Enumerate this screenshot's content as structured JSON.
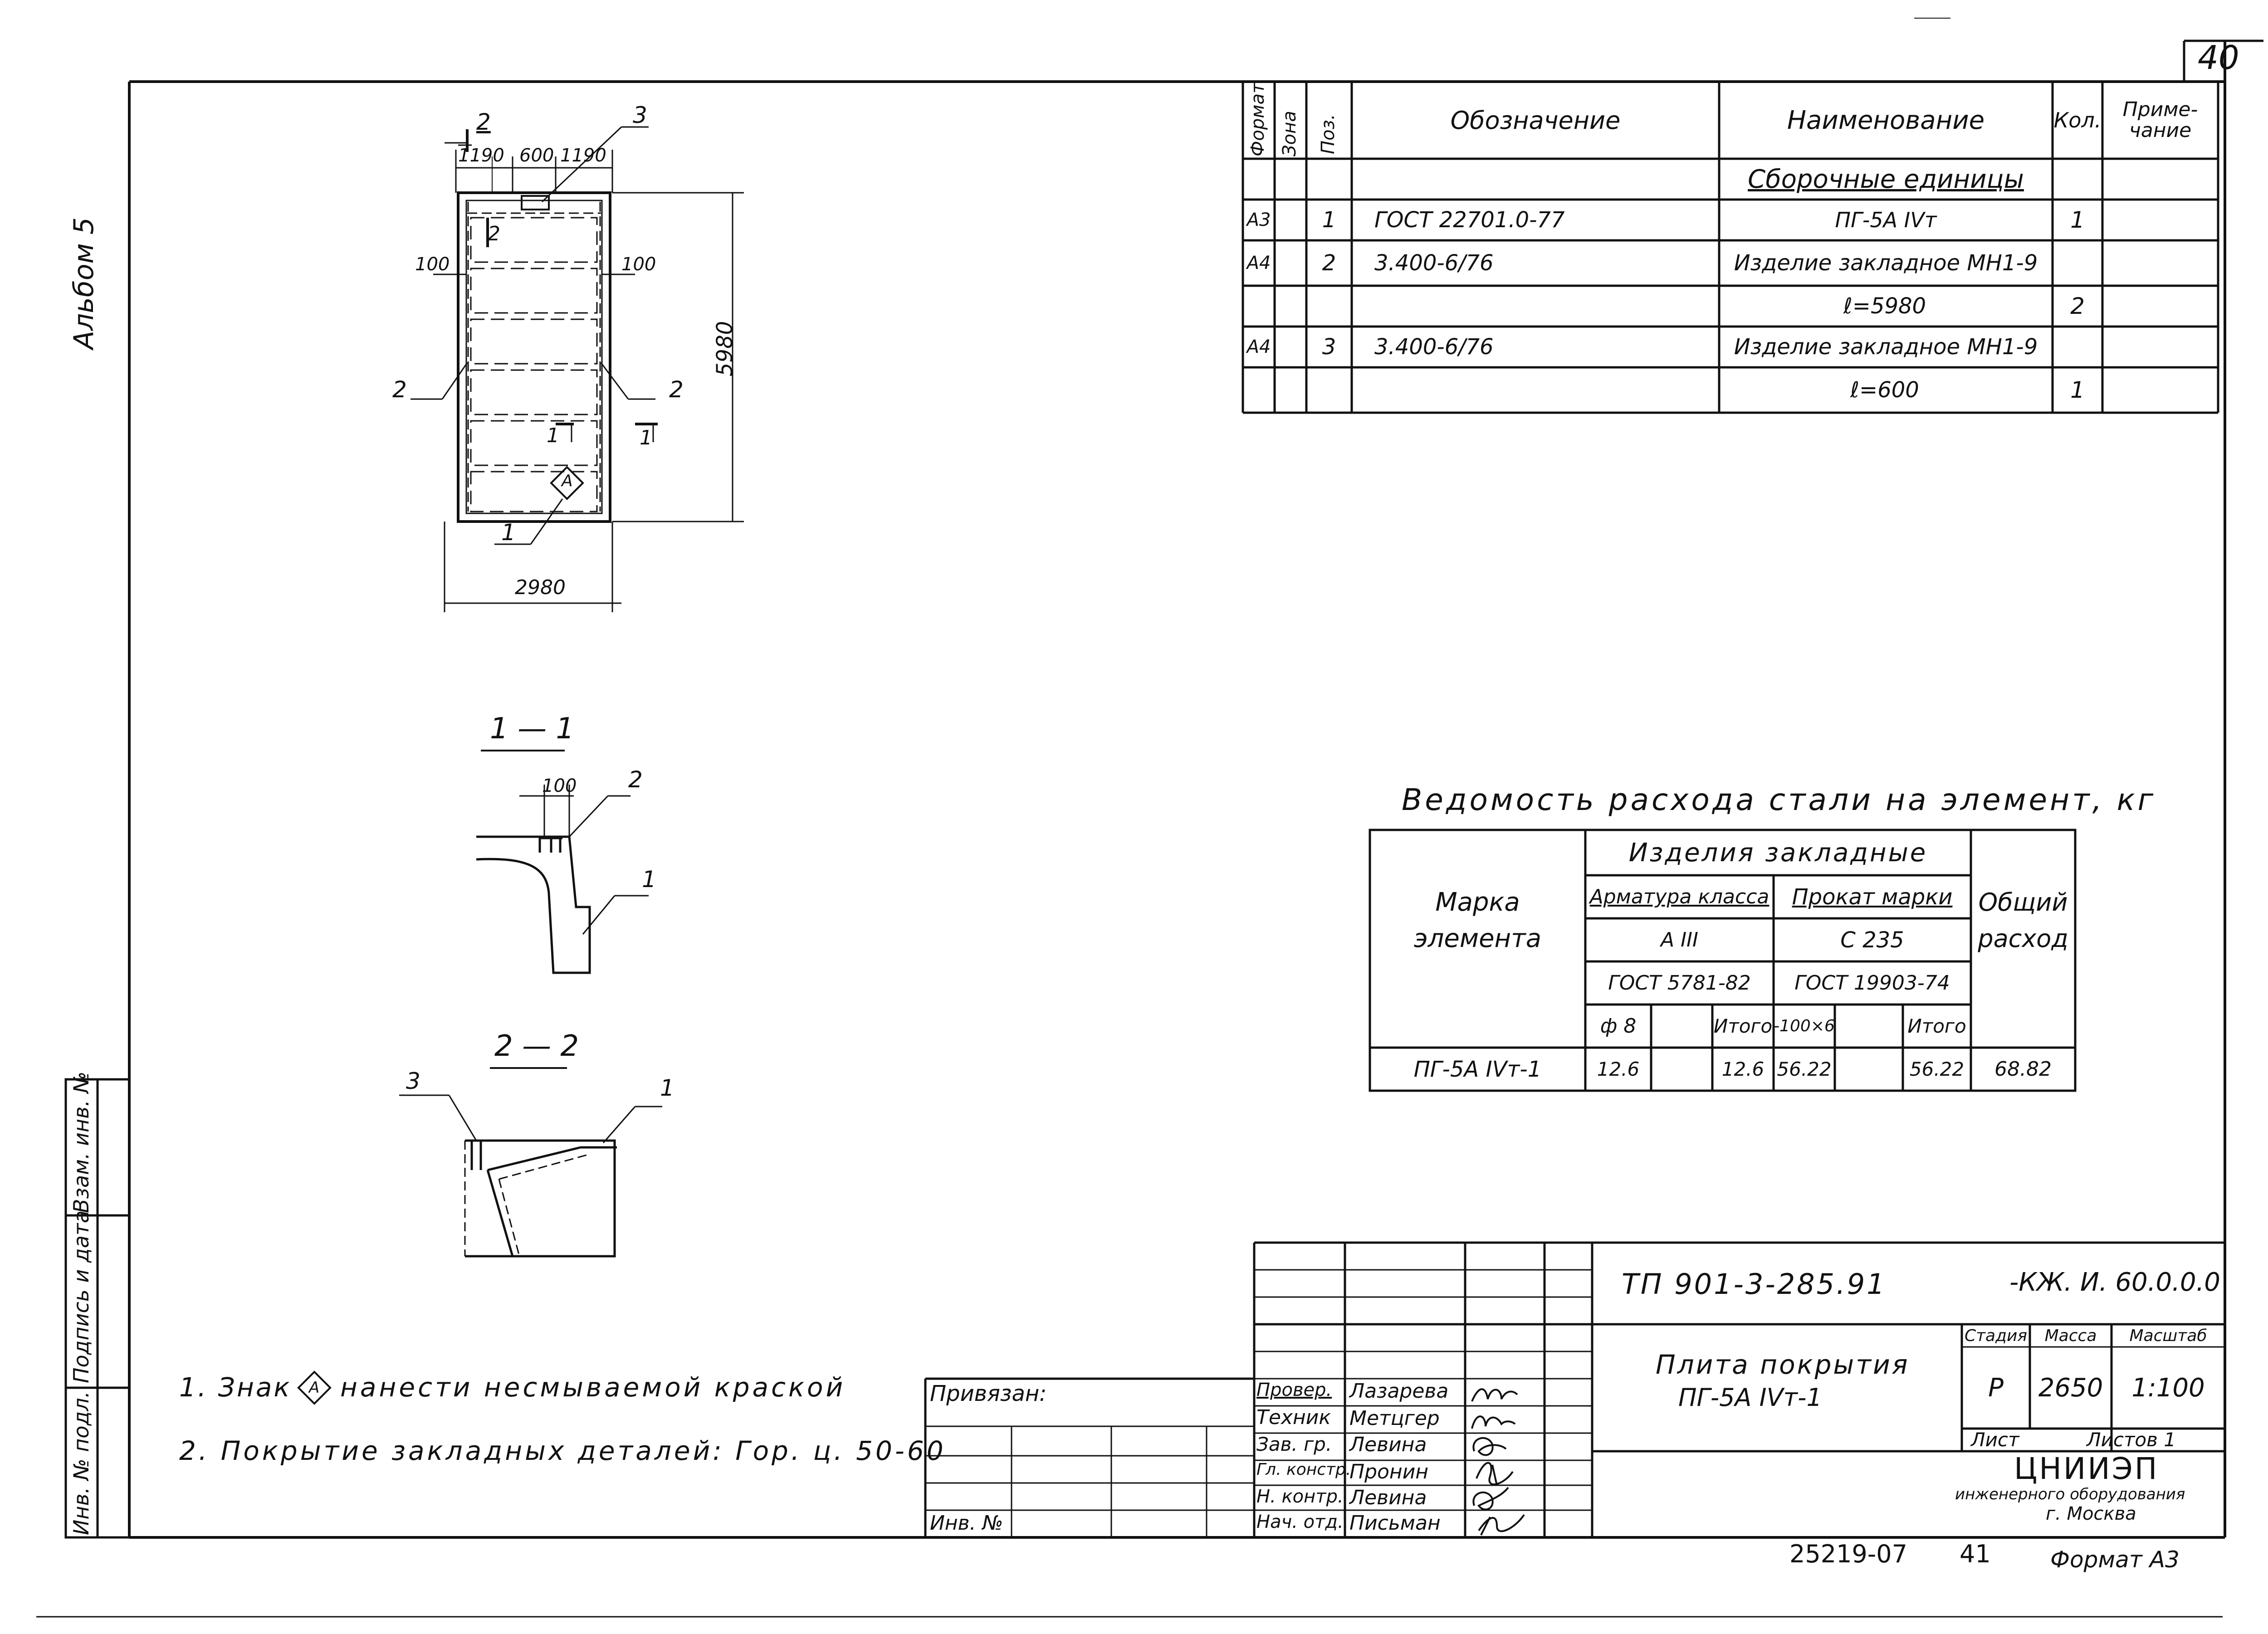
{
  "sheet": {
    "page_number": "40",
    "album": "Альбом 5",
    "bottom_code": "25219-07",
    "bottom_page": "41",
    "format": "Формат А3"
  },
  "spec_table": {
    "headers": {
      "format": "Формат",
      "zone": "Зона",
      "pos": "Поз.",
      "designation": "Обозначение",
      "name": "Наименование",
      "qty": "Кол.",
      "note": "Приме-чание"
    },
    "section": "Сборочные единицы",
    "rows": [
      {
        "format": "А3",
        "pos": "1",
        "designation": "ГОСТ 22701.0-77",
        "name": "ПГ-5А IVт",
        "qty": "1"
      },
      {
        "format": "А4",
        "pos": "2",
        "designation": "3.400-6/76",
        "name": "Изделие закладное МН1-9",
        "qty": ""
      },
      {
        "format": "",
        "pos": "",
        "designation": "",
        "name": "ℓ=5980",
        "qty": "2"
      },
      {
        "format": "А4",
        "pos": "3",
        "designation": "3.400-6/76",
        "name": "Изделие закладное МН1-9",
        "qty": ""
      },
      {
        "format": "",
        "pos": "",
        "designation": "",
        "name": "ℓ=600",
        "qty": "1"
      }
    ]
  },
  "plan_view": {
    "dim_top_left": "1190",
    "dim_top_mid": "600",
    "dim_top_right": "1190",
    "dim_left_100": "100",
    "dim_right_100": "100",
    "dim_height": "5980",
    "dim_width": "2980",
    "callout_2a": "2",
    "callout_2b": "2",
    "callout_2c": "2",
    "callout_3": "3",
    "callout_1": "1",
    "section_mark_1": "1",
    "section_mark_1b": "1",
    "section_mark_2": "2",
    "section_mark_2b": "2",
    "marker_A": "А"
  },
  "section_1_1": {
    "title": "1 — 1",
    "dim": "100",
    "callout_2": "2",
    "callout_1": "1"
  },
  "section_2_2": {
    "title": "2 — 2",
    "callout_3": "3",
    "callout_1": "1"
  },
  "steel_table": {
    "title": "Ведомость расхода стали на элемент, кг",
    "col_mark": "Марка элемента",
    "group": "Изделия закладные",
    "reinf_class": "Арматура класса",
    "reinf_grade": "А III",
    "reinf_gost": "ГОСТ 5781-82",
    "rolled": "Прокат марки",
    "rolled_grade": "С 235",
    "rolled_gost": "ГОСТ 19903-74",
    "total_col": "Общий расход",
    "sub_phi": "ф 8",
    "sub_itogo1": "Итого",
    "sub_size": "-100×6",
    "sub_itogo2": "Итого",
    "row": {
      "mark": "ПГ-5А IVт-1",
      "phi8": "12.6",
      "empty1": "",
      "itogo1": "12.6",
      "size": "56.22",
      "empty2": "",
      "itogo2": "56.22",
      "total": "68.82"
    }
  },
  "notes": [
    "1. Знак",
    "нанести несмываемой краской",
    "2. Покрытие закладных деталей: Гор. ц. 50-60"
  ],
  "note_marker": "А",
  "side_stamp": {
    "inv_podl": "Инв. № подл.",
    "podpis": "Подпись и дата",
    "vzam": "Взам. инв. №"
  },
  "title_block": {
    "privyazan": "Привязан:",
    "inv_no": "Инв. №",
    "roles": [
      {
        "role": "Провер.",
        "name": "Лазарева"
      },
      {
        "role": "Техник",
        "name": "Метцгер"
      },
      {
        "role": "Зав. гр.",
        "name": "Левина"
      },
      {
        "role": "Гл. констр.",
        "name": "Пронин"
      },
      {
        "role": "Н. контр.",
        "name": "Левина"
      },
      {
        "role": "Нач. отд.",
        "name": "Письман"
      }
    ],
    "doc_code": "ТП 901-3-285.91",
    "doc_suffix": "-КЖ. И. 60.0.0.0",
    "item_title_1": "Плита покрытия",
    "item_title_2": "ПГ-5А IVт-1",
    "stage_label": "Стадия",
    "mass_label": "Масса",
    "scale_label": "Масштаб",
    "stage": "Р",
    "mass": "2650",
    "scale": "1:100",
    "sheet_label": "Лист",
    "sheets_label": "Листов 1",
    "org": "ЦНИИЭП",
    "org_sub": "инженерного оборудования",
    "city": "г. Москва"
  }
}
